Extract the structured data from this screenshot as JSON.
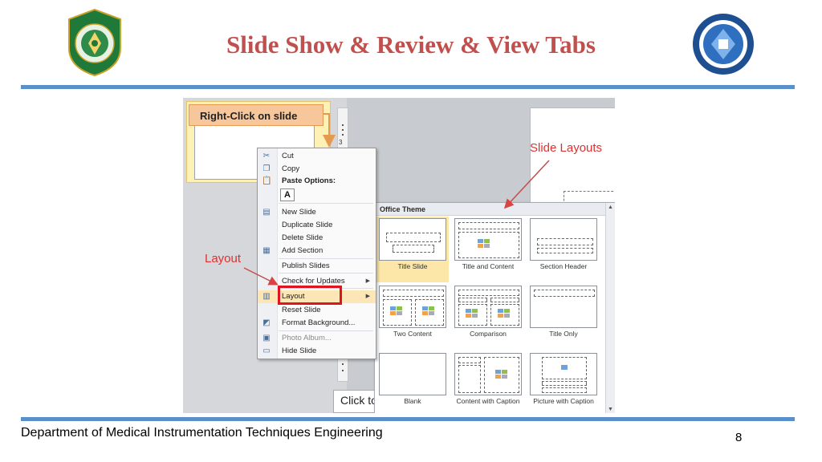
{
  "header": {
    "title": "Slide Show & Review & View Tabs"
  },
  "logos": {
    "left": "university-seal-icon",
    "right": "college-emblem-icon"
  },
  "screenshot": {
    "callout_right_click": "Right-Click on slide",
    "callout_slide_layouts": "Slide Layouts",
    "callout_layout": "Layout",
    "ruler_digit": "3",
    "click_placeholder": "Click to",
    "context_menu": {
      "items": [
        {
          "label": "Cut",
          "icon": "scissors-icon"
        },
        {
          "label": "Copy",
          "icon": "copy-icon"
        },
        {
          "label": "Paste Options:",
          "icon": "paste-icon"
        },
        {
          "label": "New Slide",
          "icon": "new-slide-icon"
        },
        {
          "label": "Duplicate Slide",
          "icon": ""
        },
        {
          "label": "Delete Slide",
          "icon": ""
        },
        {
          "label": "Add Section",
          "icon": "section-icon"
        },
        {
          "label": "Publish Slides",
          "icon": ""
        },
        {
          "label": "Check for Updates",
          "icon": ""
        },
        {
          "label": "Layout",
          "icon": "layout-icon"
        },
        {
          "label": "Reset Slide",
          "icon": ""
        },
        {
          "label": "Format Background...",
          "icon": "format-bg-icon"
        },
        {
          "label": "Photo Album...",
          "icon": "photo-album-icon"
        },
        {
          "label": "Hide Slide",
          "icon": "hide-slide-icon"
        }
      ],
      "paste_button": "A"
    },
    "gallery": {
      "header": "Office Theme",
      "layouts": [
        "Title Slide",
        "Title and Content",
        "Section Header",
        "Two Content",
        "Comparison",
        "Title Only",
        "Blank",
        "Content with Caption",
        "Picture with Caption"
      ],
      "selected_layout": "Title Slide"
    }
  },
  "footer": {
    "department": "Department of Medical Instrumentation Techniques Engineering",
    "page_number": "8"
  },
  "colors": {
    "title": "#c0504d",
    "rule": "#5b8fc9",
    "highlight": "#e0141e"
  }
}
